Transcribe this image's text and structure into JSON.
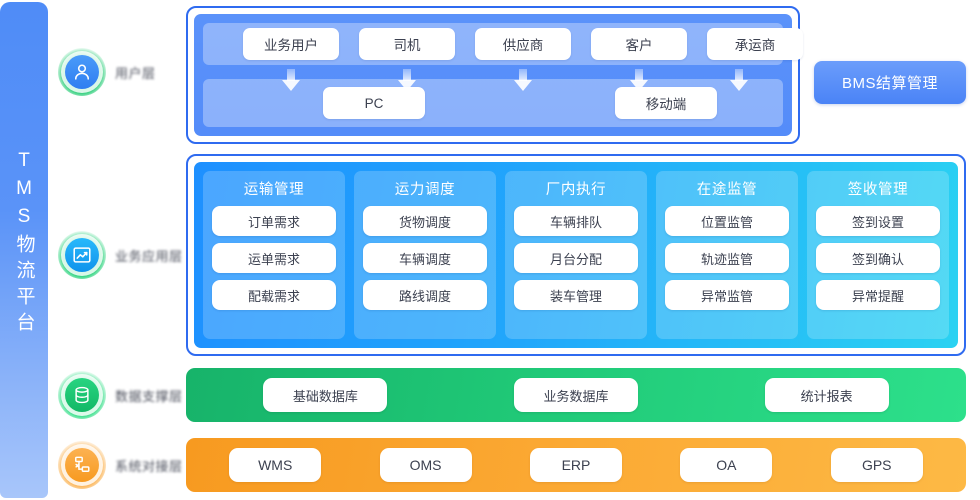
{
  "platform": {
    "name": "TMS物流平台"
  },
  "layers": [
    {
      "id": "user",
      "label": "用户层",
      "icon": "user-icon",
      "color": "#2f86f6",
      "ring": "#35d07f"
    },
    {
      "id": "business",
      "label": "业务应用层",
      "icon": "chart-icon",
      "color": "#12a9f5",
      "ring": "#2fd47f"
    },
    {
      "id": "data",
      "label": "数据支撑层",
      "icon": "database-icon",
      "color": "#1fc36f",
      "ring": "#3de08d"
    },
    {
      "id": "integration",
      "label": "系统对接层",
      "icon": "network-icon",
      "color": "#f9a338",
      "ring": "#fbb65a"
    }
  ],
  "user_panel": {
    "roles": [
      "业务用户",
      "司机",
      "供应商",
      "客户",
      "承运商"
    ],
    "terminals": [
      "PC",
      "移动端"
    ]
  },
  "bms": {
    "label": "BMS结算管理"
  },
  "business_panel": {
    "columns": [
      {
        "title": "运输管理",
        "items": [
          "订单需求",
          "运单需求",
          "配载需求"
        ]
      },
      {
        "title": "运力调度",
        "items": [
          "货物调度",
          "车辆调度",
          "路线调度"
        ]
      },
      {
        "title": "厂内执行",
        "items": [
          "车辆排队",
          "月台分配",
          "装车管理"
        ]
      },
      {
        "title": "在途监管",
        "items": [
          "位置监管",
          "轨迹监管",
          "异常监管"
        ]
      },
      {
        "title": "签收管理",
        "items": [
          "签到设置",
          "签到确认",
          "异常提醒"
        ]
      }
    ]
  },
  "data_band": {
    "items": [
      "基础数据库",
      "业务数据库",
      "统计报表"
    ]
  },
  "integration_band": {
    "items": [
      "WMS",
      "OMS",
      "ERP",
      "OA",
      "GPS"
    ]
  },
  "colors": {
    "platform_bar": "#5a93f8",
    "user_panel": "#548cf9",
    "business_panel": "#21a7fb",
    "data_band": "#1fc776",
    "integration_band": "#fba832",
    "panel_border": "#2f6bf0"
  }
}
